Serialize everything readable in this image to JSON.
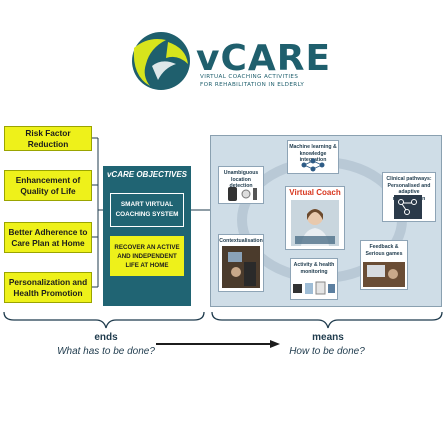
{
  "logo": {
    "word": "vCARE",
    "tagline_line1": "VIRTUAL COACHING ACTIVITIES",
    "tagline_line2": "FOR REHABILITATION IN ELDERLY"
  },
  "ends_boxes": [
    "Risk Factor Reduction",
    "Enhancement of Quality of Life",
    "Better Adherence to Care Plan at Home",
    "Personalization and Health Promotion"
  ],
  "objectives": {
    "title": "vCARE OBJECTIVES",
    "smart_system": "SMART VIRTUAL COACHING SYSTEM",
    "recover": "RECOVER AN ACTIVE AND INDEPENDENT LIFE AT HOME"
  },
  "means": {
    "virtual_coach": "Virtual Coach",
    "location": "Unambiguous location detection",
    "machine_learning": "Machine learning & knowledge integration",
    "clinical": "Clinical pathways: Personalised and adaptive rehabilitation",
    "contextualisation": "Contextualisation",
    "activity": "Activity & health monitoring",
    "feedback": "Feedback & Serious games"
  },
  "bottom": {
    "ends_label": "ends",
    "ends_question": "What has to be done?",
    "means_label": "means",
    "means_question": "How to be done?"
  },
  "colors": {
    "yellow": "#eef11a",
    "teal": "#206473",
    "means_bg": "#cfdde7",
    "red_title": "#d8371f"
  }
}
